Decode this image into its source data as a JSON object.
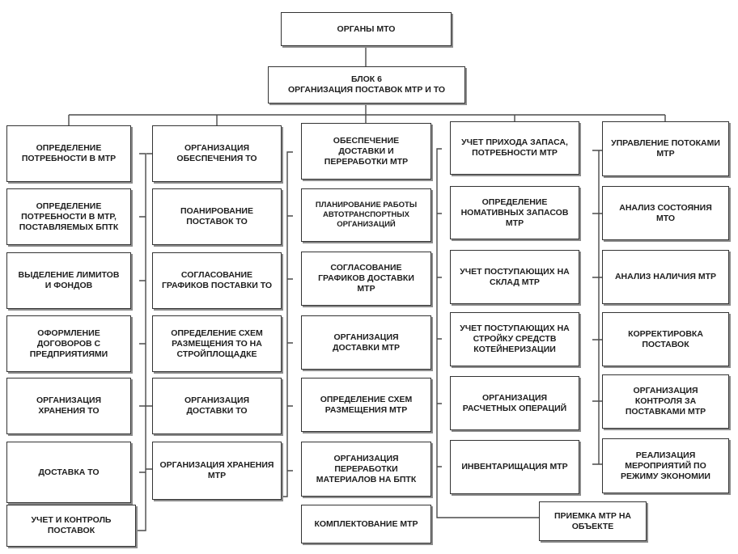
{
  "diagram": {
    "root": "ОРГАНЫ МТО",
    "block": "БЛОК 6\nОРГАНИЗАЦИЯ ПОСТАВОК МТР И ТО",
    "columns": [
      {
        "header": "ОПРЕДЕЛЕНИЕ\nПОТРЕБНОСТИ В МТР",
        "items": [
          "ОПРЕДЕЛЕНИЕ\nПОТРЕБНОСТИ В МТР,\nПОСТАВЛЯЕМЫХ БПТК",
          "ВЫДЕЛЕНИЕ ЛИМИТОВ\nИ ФОНДОВ",
          "ОФОРМЛЕНИЕ\nДОГОВОРОВ С\nПРЕДПРИЯТИЯМИ",
          "ОРГАНИЗАЦИЯ\nХРАНЕНИЯ ТО",
          "ДОСТАВКА ТО",
          "УЧЕТ И КОНТРОЛЬ\nПОСТАВОК"
        ]
      },
      {
        "header": "ОРГАНИЗАЦИЯ\nОБЕСПЕЧЕНИЯ ТО",
        "items": [
          "ПОАНИРОВАНИЕ\nПОСТАВОК ТО",
          "СОГЛАСОВАНИЕ\nГРАФИКОВ ПОСТАВКИ ТО",
          "ОПРЕДЕЛЕНИЕ СХЕМ\nРАЗМЕЩЕНИЯ ТО НА\nСТРОЙПЛОЩАДКЕ",
          "ОРГАНИЗАЦИЯ\nДОСТАВКИ ТО",
          "ОРГАНИЗАЦИЯ ХРАНЕНИЯ\nМТР"
        ]
      },
      {
        "header": "ОБЕСПЕЧЕНИЕ\nДОСТАВКИ И\nПЕРЕРАБОТКИ МТР",
        "items": [
          "ПЛАНИРОВАНИЕ РАБОТЫ\nАВТОТРАНСПОРТНЫХ\nОРГАНИЗАЦИЙ",
          "СОГЛАСОВАНИЕ\nГРАФИКОВ ДОСТАВКИ\nМТР",
          "ОРГАНИЗАЦИЯ\nДОСТАВКИ МТР",
          "ОПРЕДЕЛЕНИЕ СХЕМ\nРАЗМЕЩЕНИЯ МТР",
          "ОРГАНИЗАЦИЯ\nПЕРЕРАБОТКИ\nМАТЕРИАЛОВ НА БПТК",
          "КОМПЛЕКТОВАНИЕ МТР"
        ]
      },
      {
        "header": "УЧЕТ ПРИХОДА ЗАПАСА,\nПОТРЕБНОСТИ МТР",
        "items": [
          "ОПРЕДЕЛЕНИЕ\nНОМАТИВНЫХ ЗАПАСОВ\nМТР",
          "УЧЕТ ПОСТУПАЮЩИХ НА\nСКЛАД МТР",
          "УЧЕТ ПОСТУПАЮЩИХ НА\nСТРОЙКУ СРЕДСТВ\nКОТЕЙНЕРИЗАЦИИ",
          "ОРГАНИЗАЦИЯ\nРАСЧЕТНЫХ ОПЕРАЦИЙ",
          "ИНВЕНТАРИЩАЦИЯ МТР",
          "ПРИЕМКА МТР НА\nОБЪЕКТЕ"
        ]
      },
      {
        "header": "УПРАВЛЕНИЕ ПОТОКАМИ\nМТР",
        "items": [
          "АНАЛИЗ СОСТОЯНИЯ\nМТО",
          "АНАЛИЗ НАЛИЧИЯ МТР",
          "КОРРЕКТИРОВКА\nПОСТАВОК",
          "ОРГАНИЗАЦИЯ\nКОНТРОЛЯ ЗА\nПОСТАВКАМИ МТР",
          "РЕАЛИЗАЦИЯ\nМЕРОПРИЯТИЙ ПО\nРЕЖИМУ ЭКОНОМИИ"
        ]
      }
    ]
  }
}
